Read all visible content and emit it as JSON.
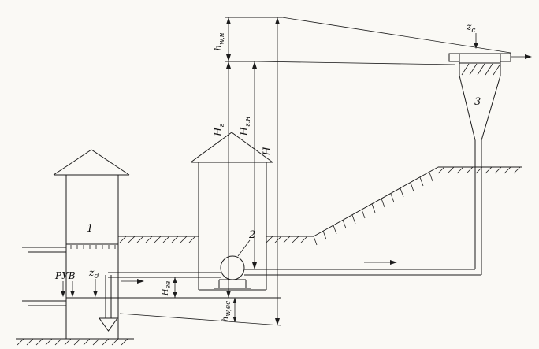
{
  "diagram": {
    "numbers": {
      "well": "1",
      "pump": "2",
      "tank": "3"
    },
    "levels": {
      "ruv": "РУВ",
      "zd": {
        "main": "z",
        "sub": "д"
      },
      "zc": {
        "main": "z",
        "sub": "с"
      }
    },
    "dims": {
      "hwn": {
        "main": "h",
        "sub": "w,н"
      },
      "Hg": {
        "main": "Н",
        "sub": "г"
      },
      "Hgn": {
        "main": "Н",
        "sub": "г.н"
      },
      "H": {
        "main": "Н",
        "sub": ""
      },
      "Hgv": {
        "main": "Н",
        "sub": "гв"
      },
      "hwvs": {
        "main": "h",
        "sub": "w,вс"
      }
    }
  }
}
